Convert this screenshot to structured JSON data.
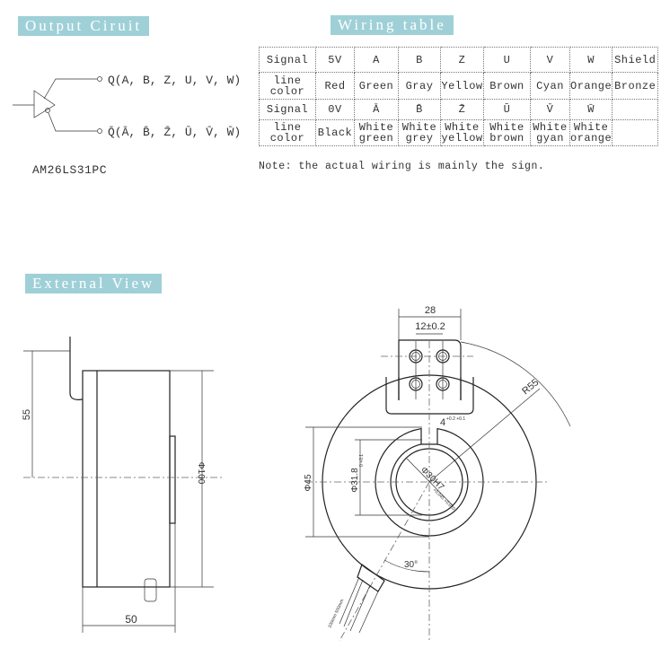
{
  "output_circuit": {
    "title": "Output Ciruit",
    "q_label": "Q(A, B, Z, U, V, W)",
    "q_bar_label": "Q̄(Ā, B̄, Z̄, Ū, V̄, W̄)",
    "chip": "AM26LS31PC"
  },
  "wiring_table": {
    "title": "Wiring table",
    "rows": [
      [
        "Signal",
        "5V",
        "A",
        "B",
        "Z",
        "U",
        "V",
        "W",
        "Shield"
      ],
      [
        "line color",
        "Red",
        "Green",
        "Gray",
        "Yellow",
        "Brown",
        "Cyan",
        "Orange",
        "Bronze"
      ],
      [
        "Signal",
        "0V",
        "Ā",
        "B̄",
        "Z̄",
        "Ū",
        "V̄",
        "W̄",
        ""
      ],
      [
        "line color",
        "Black",
        "White green",
        "White grey",
        "White yellow",
        "White brown",
        "White gyan",
        "White orange",
        ""
      ]
    ],
    "note": "Note: the actual wiring is mainly the sign."
  },
  "external_view": {
    "title": "External View",
    "side": {
      "dim_55": "55",
      "dim_dia100": "Φ100",
      "dim_50": "50"
    },
    "front": {
      "dim_28": "28",
      "dim_12": "12±0.2",
      "dim_r55": "R55",
      "dim_4": "4",
      "dim_4_tol": "+0.2 +0.1",
      "dim_bore": "Φ30H7",
      "dim_bore_tol": "+0.045 +0.020",
      "dim_318": "Φ31.8",
      "dim_318_tol": "0 +0.1",
      "dim_45": "Φ45",
      "angle": "30°",
      "cable": "100mm 500mm"
    }
  },
  "colors": {
    "banner": "#9fd0d7"
  }
}
